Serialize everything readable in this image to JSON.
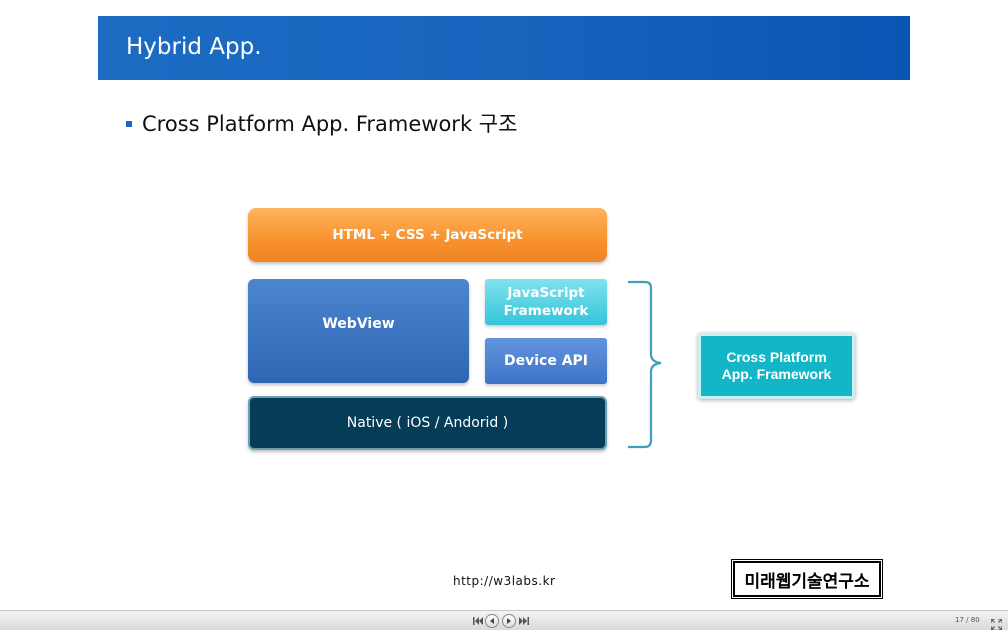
{
  "slide": {
    "title": "Hybrid App.",
    "bullet": "Cross Platform App. Framework 구조",
    "footer_url": "http://w3labs.kr",
    "logo_text": "미래웹기술연구소",
    "colors": {
      "title_bar": "#1663bc",
      "bullet": "#1b66c2",
      "orange": "#f7922e",
      "webview": "#2f66b4",
      "js_framework": "#35c4d8",
      "device_api": "#3e74c6",
      "native": "#053d58",
      "cpaf": "#13b6c6",
      "brace": "#3ea0b8"
    }
  },
  "diagram": {
    "top_layer": "HTML + CSS + JavaScript",
    "webview": "WebView",
    "js_framework": [
      "JavaScript",
      "Framework"
    ],
    "device_api": "Device API",
    "native": "Native ( iOS / Andorid )",
    "cpaf": [
      "Cross Platform",
      "App. Framework"
    ]
  },
  "player": {
    "page": "17",
    "total": "/ 80",
    "icons": {
      "first": "skip-first-icon",
      "prev": "prev-icon",
      "next": "next-icon",
      "last": "skip-last-icon",
      "fullscreen": "fullscreen-icon"
    }
  }
}
